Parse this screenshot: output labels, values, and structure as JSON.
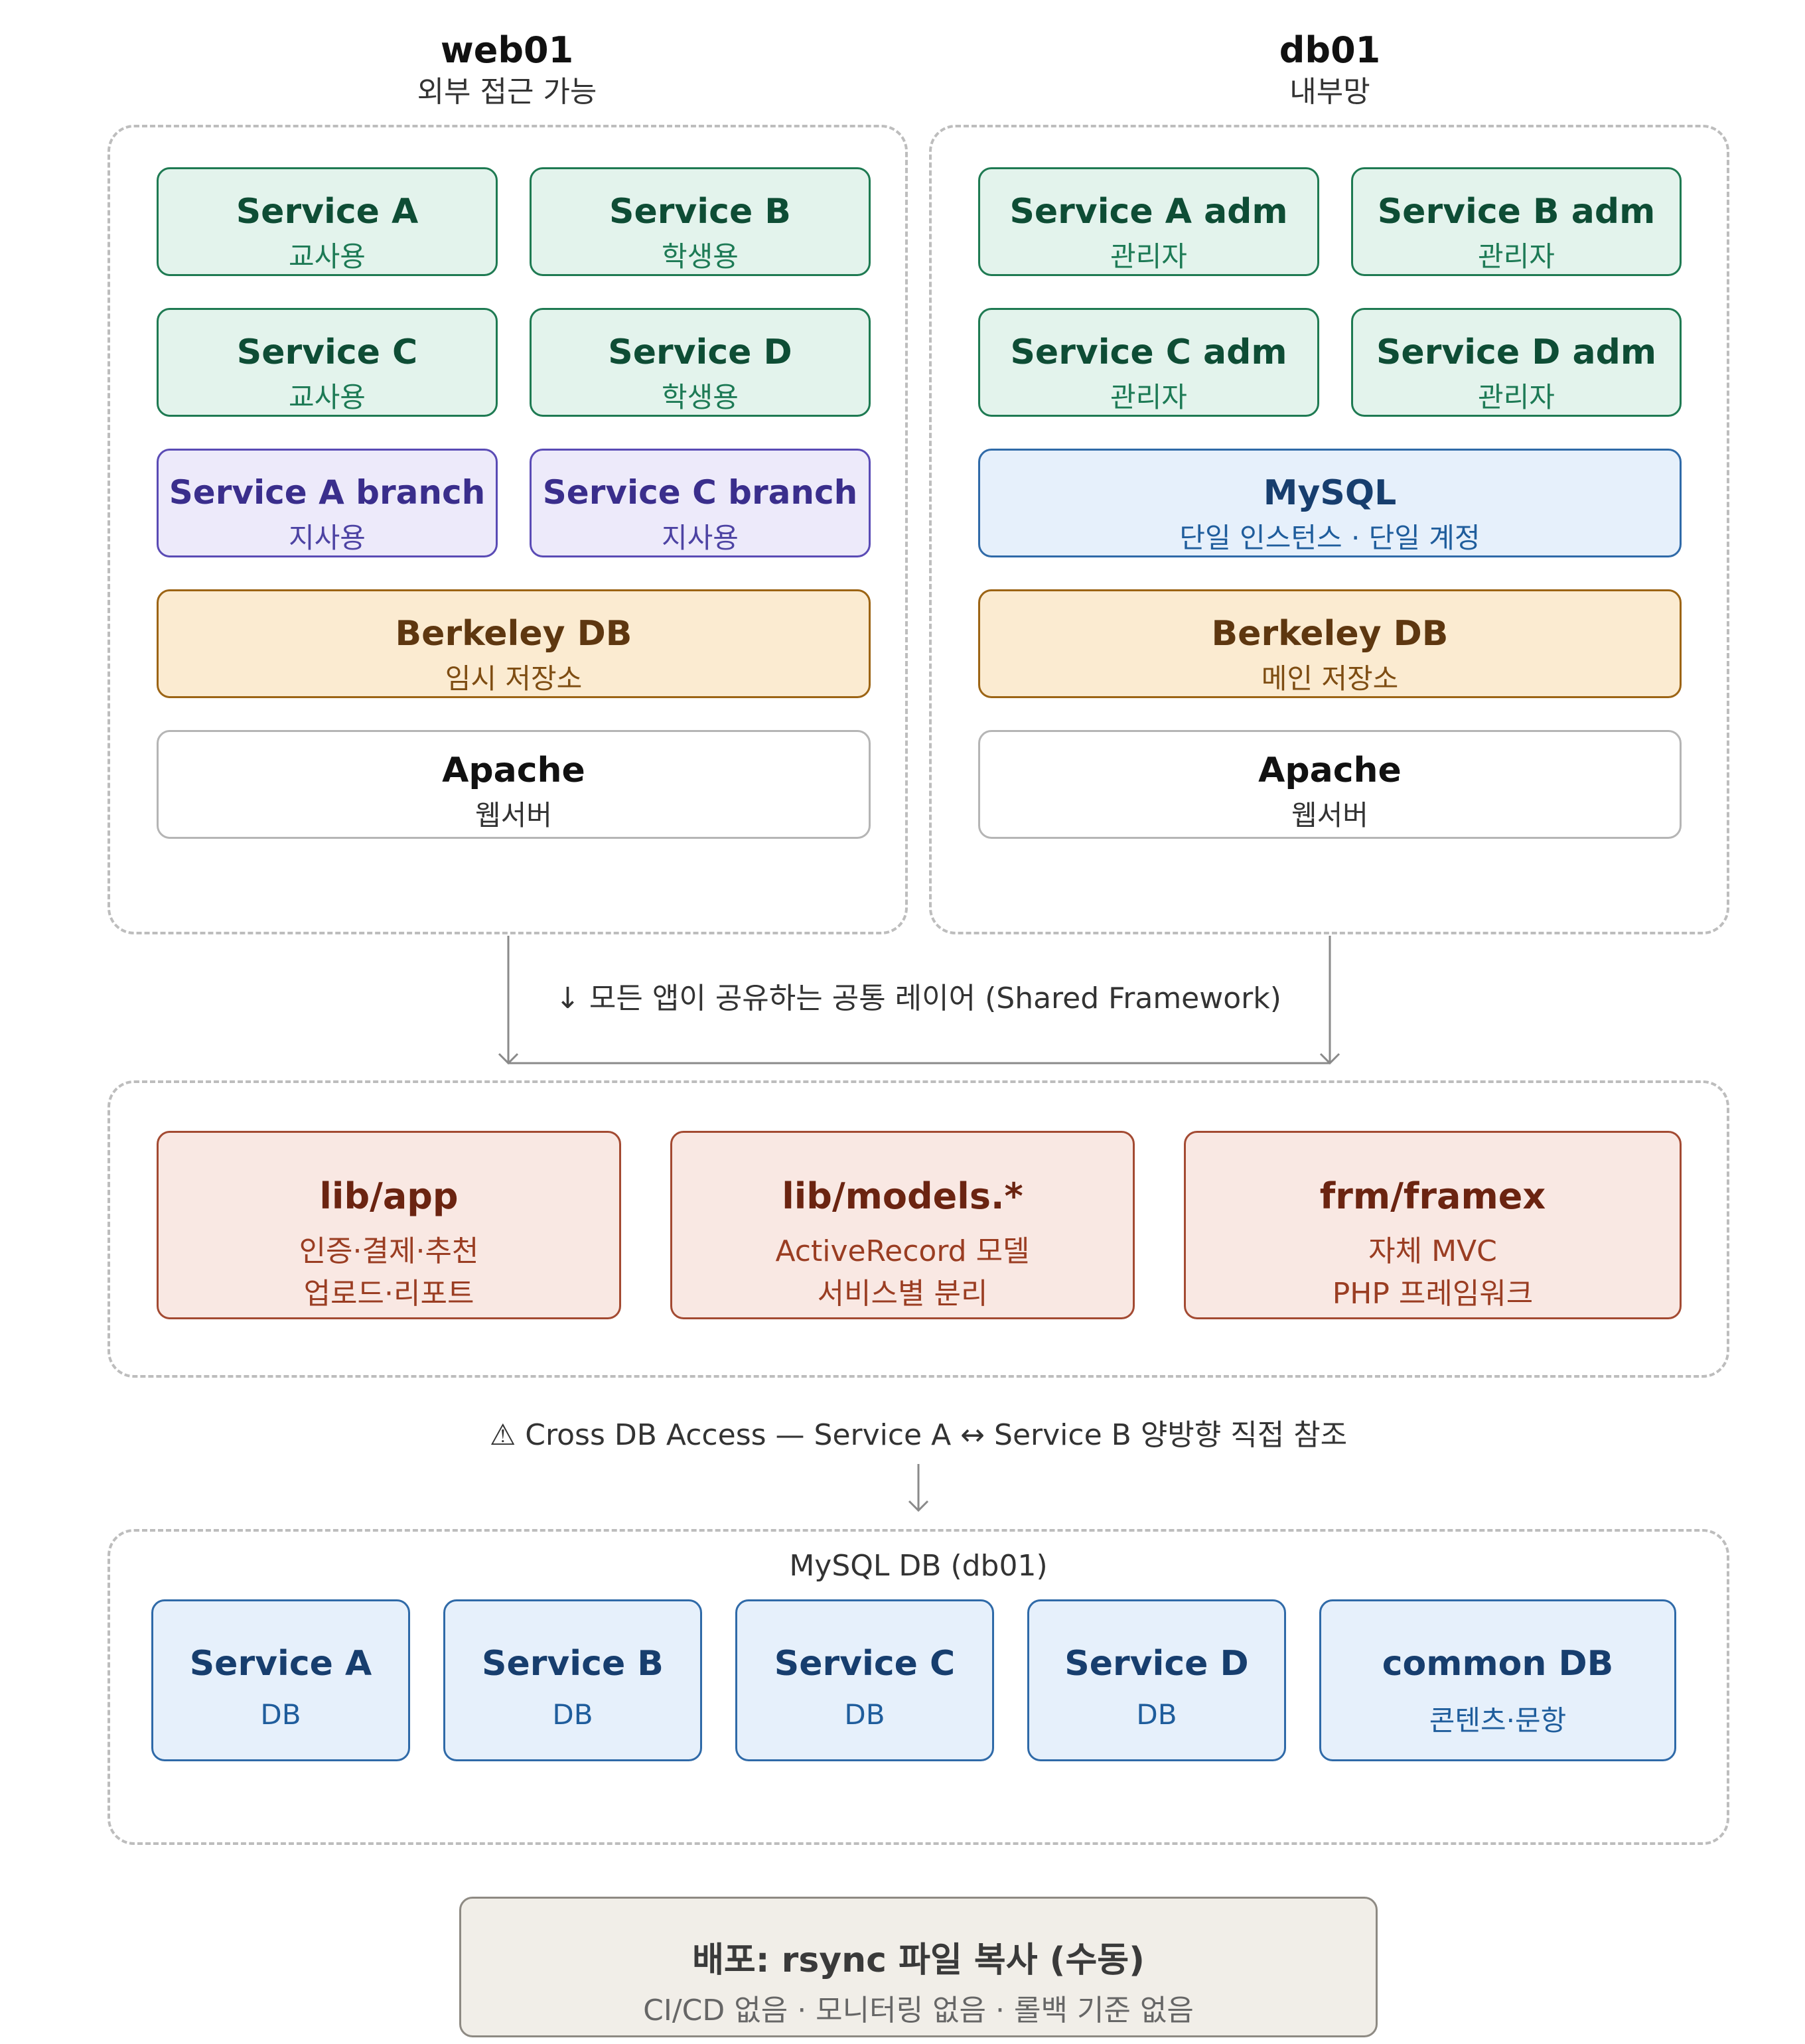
{
  "web01": {
    "title": "web01",
    "subtitle": "외부 접근 가능",
    "boxes": [
      {
        "title": "Service A",
        "sub": "교사용"
      },
      {
        "title": "Service B",
        "sub": "학생용"
      },
      {
        "title": "Service C",
        "sub": "교사용"
      },
      {
        "title": "Service D",
        "sub": "학생용"
      },
      {
        "title": "Service A branch",
        "sub": "지사용"
      },
      {
        "title": "Service C branch",
        "sub": "지사용"
      },
      {
        "title": "Berkeley DB",
        "sub": "임시 저장소"
      },
      {
        "title": "Apache",
        "sub": "웹서버"
      }
    ]
  },
  "db01": {
    "title": "db01",
    "subtitle": "내부망",
    "boxes": [
      {
        "title": "Service A adm",
        "sub": "관리자"
      },
      {
        "title": "Service B adm",
        "sub": "관리자"
      },
      {
        "title": "Service C adm",
        "sub": "관리자"
      },
      {
        "title": "Service D adm",
        "sub": "관리자"
      },
      {
        "title": "MySQL",
        "sub": "단일 인스턴스 · 단일 계정"
      },
      {
        "title": "Berkeley DB",
        "sub": "메인 저장소"
      },
      {
        "title": "Apache",
        "sub": "웹서버"
      }
    ]
  },
  "shared": {
    "label": "↓ 모든 앱이 공유하는 공통 레이어 (Shared Framework)",
    "boxes": [
      {
        "title": "lib/app",
        "line1": "인증·결제·추천",
        "line2": "업로드·리포트"
      },
      {
        "title": "lib/models.*",
        "line1": "ActiveRecord 모델",
        "line2": "서비스별 분리"
      },
      {
        "title": "frm/framex",
        "line1": "자체 MVC",
        "line2": "PHP 프레임워크"
      }
    ]
  },
  "cross_db_note": "⚠ Cross DB Access — Service A ↔ Service B 양방향 직접 참조",
  "mysql_db": {
    "title": "MySQL DB (db01)",
    "boxes": [
      {
        "title": "Service A",
        "sub": "DB"
      },
      {
        "title": "Service B",
        "sub": "DB"
      },
      {
        "title": "Service C",
        "sub": "DB"
      },
      {
        "title": "Service D",
        "sub": "DB"
      },
      {
        "title": "common DB",
        "sub": "콘텐츠·문항"
      }
    ]
  },
  "deploy": {
    "title": "배포: rsync 파일 복사 (수동)",
    "sub": "CI/CD 없음 · 모니터링 없음 · 롤백 기준 없음"
  },
  "colors": {
    "service_green": "#e3f3ec",
    "branch_purple": "#edeafa",
    "berkeley_orange": "#fbebd1",
    "mysql_blue": "#e6f0fb",
    "shared_red": "#f9e8e3",
    "deploy_beige": "#f1eee8",
    "panel_border": "#bdbdbd"
  }
}
